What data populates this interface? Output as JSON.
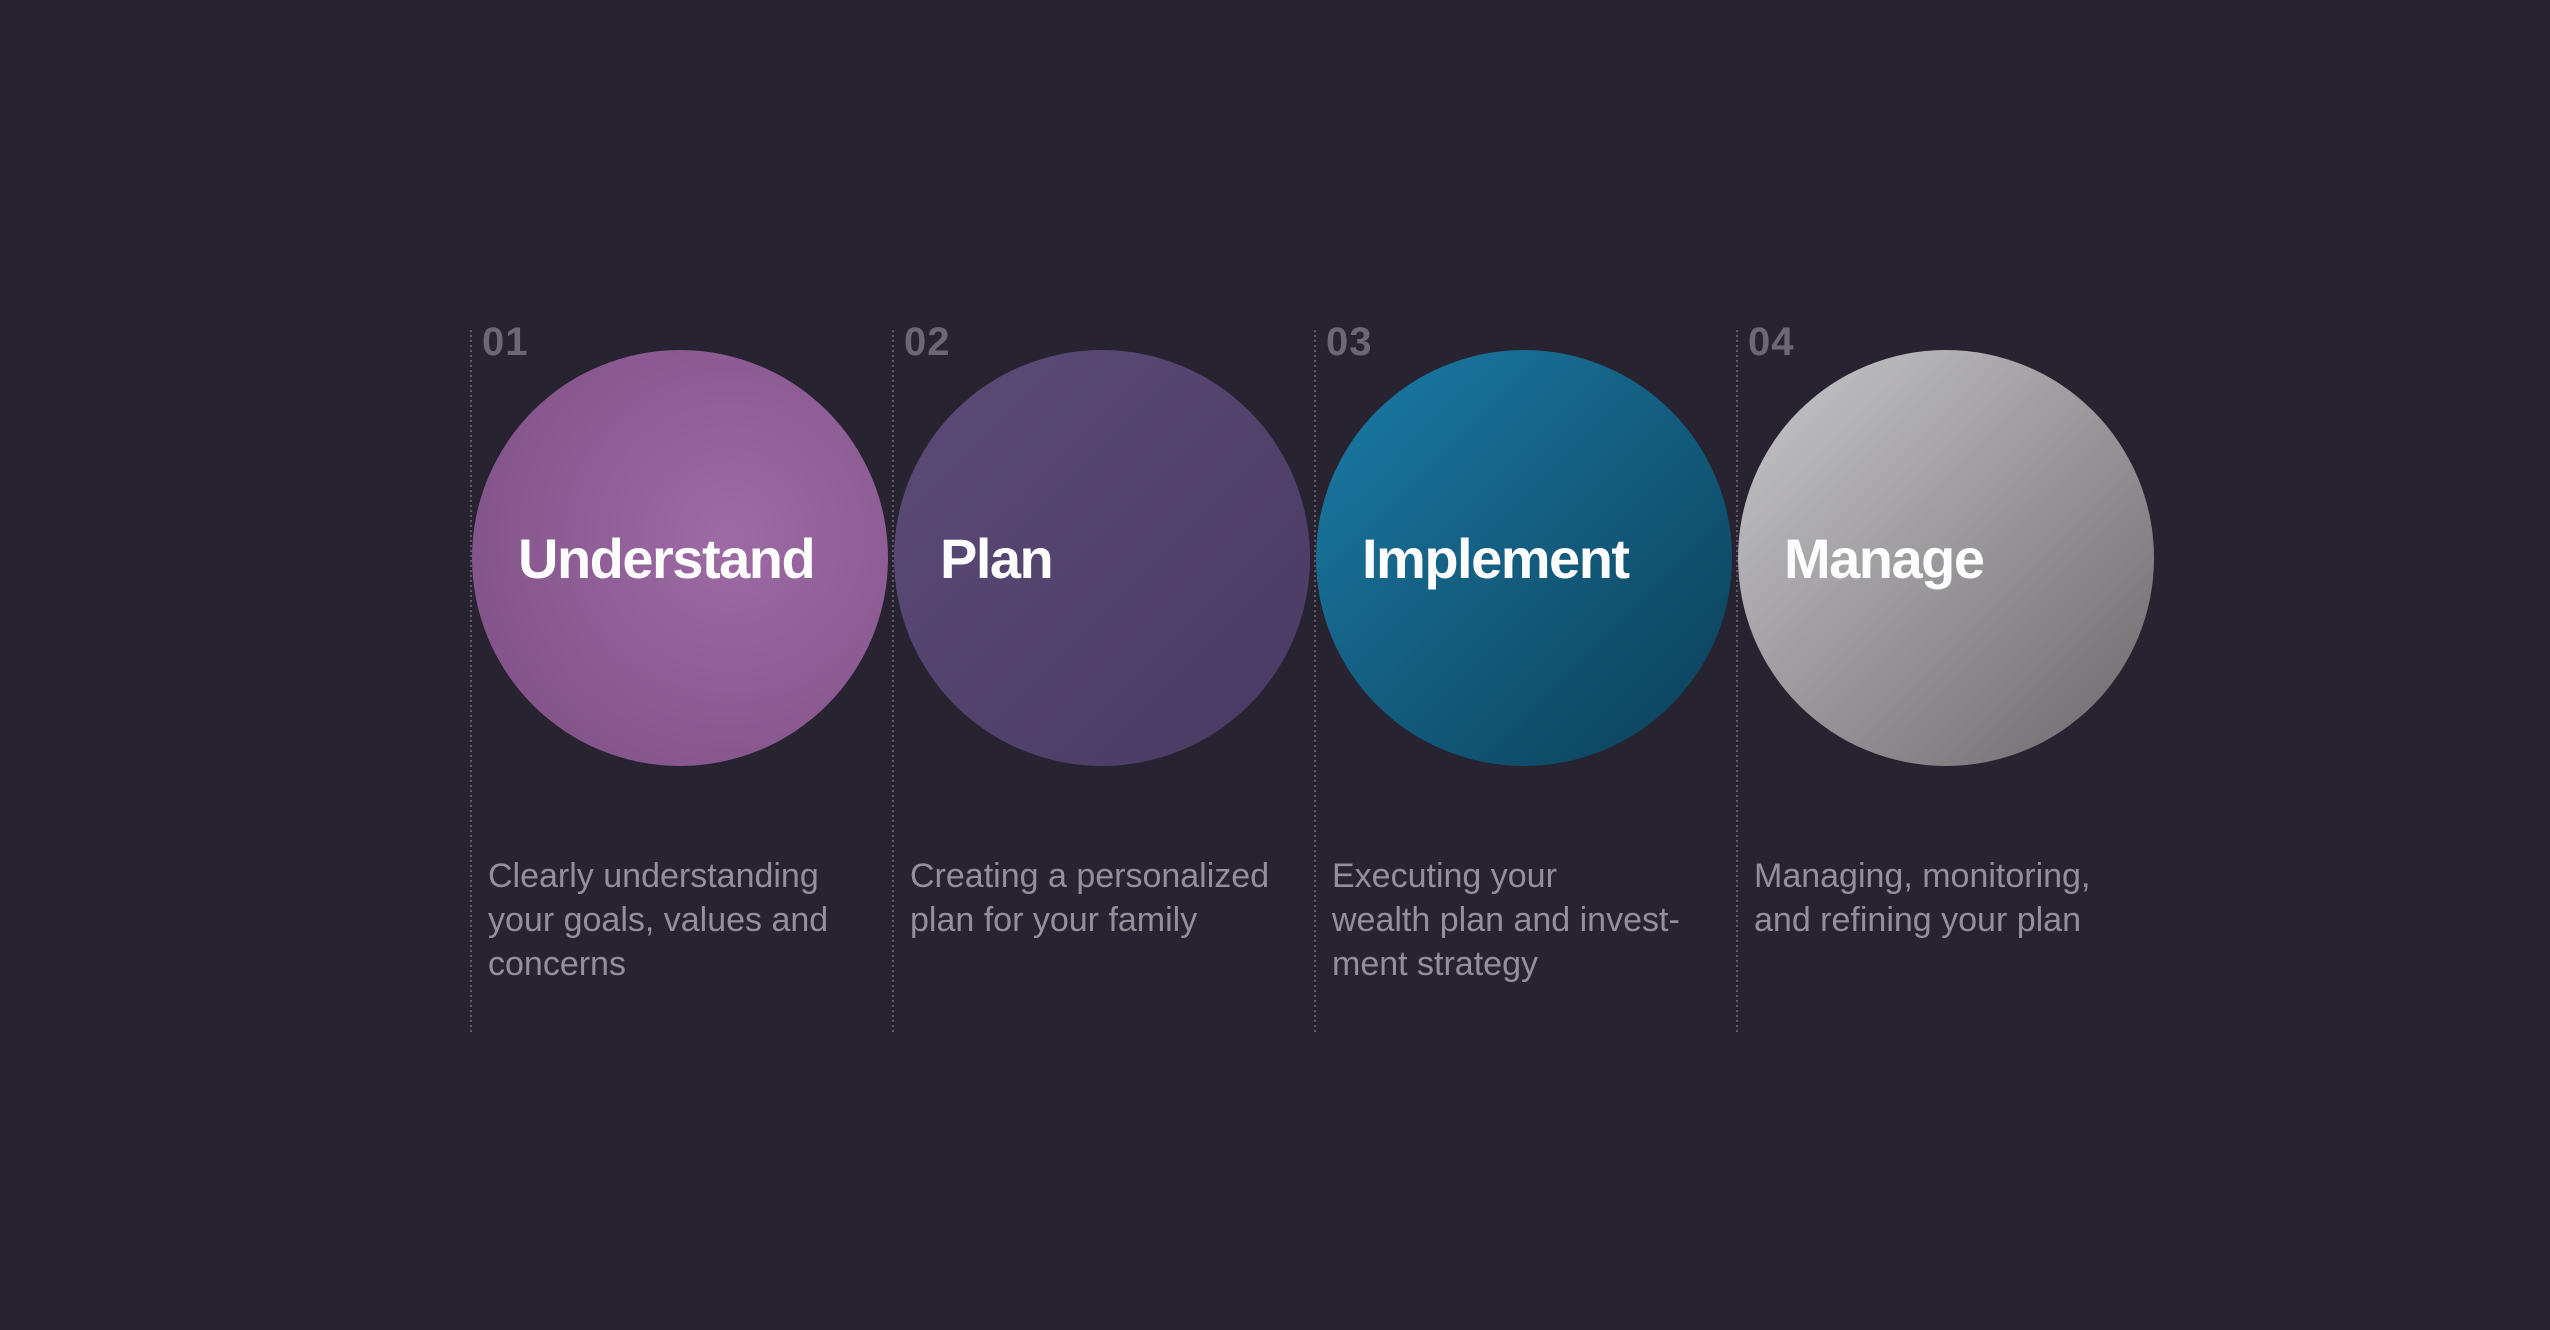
{
  "background_color": "#272330",
  "number_color": "#6c6873",
  "dotted_line_color": "#5f5b66",
  "title_color": "#fcfcfd",
  "description_color": "#94909a",
  "steps": [
    {
      "number": "01",
      "title": "Understand",
      "description_lines": {
        "0": "Clearly understanding",
        "1": "your goals, values and",
        "2": "concerns"
      },
      "circle_gradient_start": "#9e6ba5",
      "circle_gradient_end": "#7b4d82"
    },
    {
      "number": "02",
      "title": "Plan",
      "description_lines": {
        "0": "Creating a personalized",
        "1": "plan for your family",
        "2": ""
      },
      "circle_gradient_start": "#5c4b78",
      "circle_gradient_end": "#483a62"
    },
    {
      "number": "03",
      "title": "Implement",
      "description_lines": {
        "0": "Executing your",
        "1": "wealth plan and invest-",
        "2": "ment strategy"
      },
      "circle_gradient_start": "#1b7ca8",
      "circle_gradient_end": "#0b3e56"
    },
    {
      "number": "04",
      "title": "Manage",
      "description_lines": {
        "0": "Managing, monitoring,",
        "1": "and refining your plan",
        "2": ""
      },
      "circle_gradient_start": "#c9c8cb",
      "circle_gradient_end": "#6b686c"
    }
  ]
}
